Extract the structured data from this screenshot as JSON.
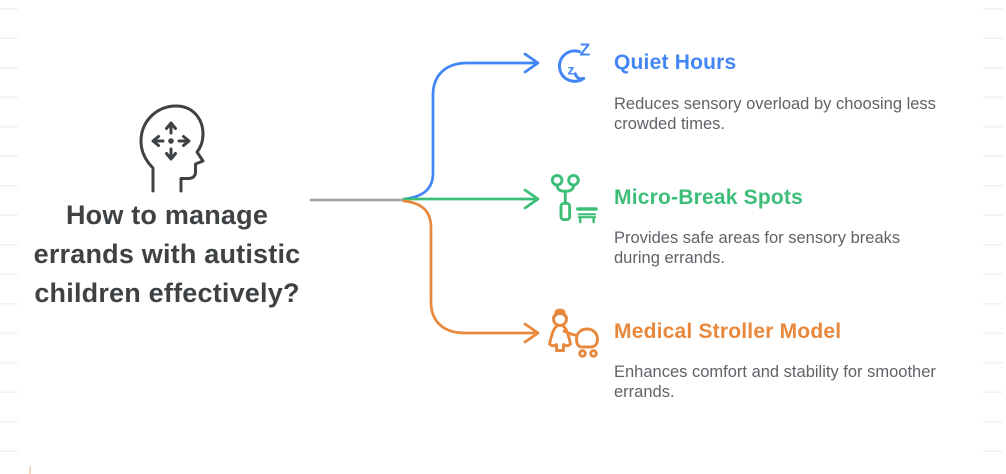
{
  "palette": {
    "blue": "#4285f4",
    "green": "#3cbe78",
    "orange": "#e8883c",
    "stem_gray": "#a5a8ab",
    "heading_dark": "#3f4245",
    "body_gray": "#5f6368",
    "edge_line": "#f1f1f4"
  },
  "question": {
    "text": "How to manage errands with autistic children effectively?",
    "icon": "head-with-direction-arrows-icon"
  },
  "branches": [
    {
      "id": "quiet-hours",
      "color": "#4285f4",
      "icon": "moon-snooze-icon",
      "icon_text_small": "z",
      "icon_text_large": "Z",
      "title": "Quiet Hours",
      "description": "Reduces sensory overload by choosing less crowded times."
    },
    {
      "id": "micro-break-spots",
      "color": "#3cbe78",
      "icon": "park-lamp-bench-icon",
      "title": "Micro-Break Spots",
      "description": "Provides safe areas for sensory breaks during errands."
    },
    {
      "id": "medical-stroller-model",
      "color": "#e8883c",
      "icon": "caregiver-stroller-icon",
      "title": "Medical Stroller Model",
      "description": "Enhances comfort and stability for smoother errands."
    }
  ]
}
